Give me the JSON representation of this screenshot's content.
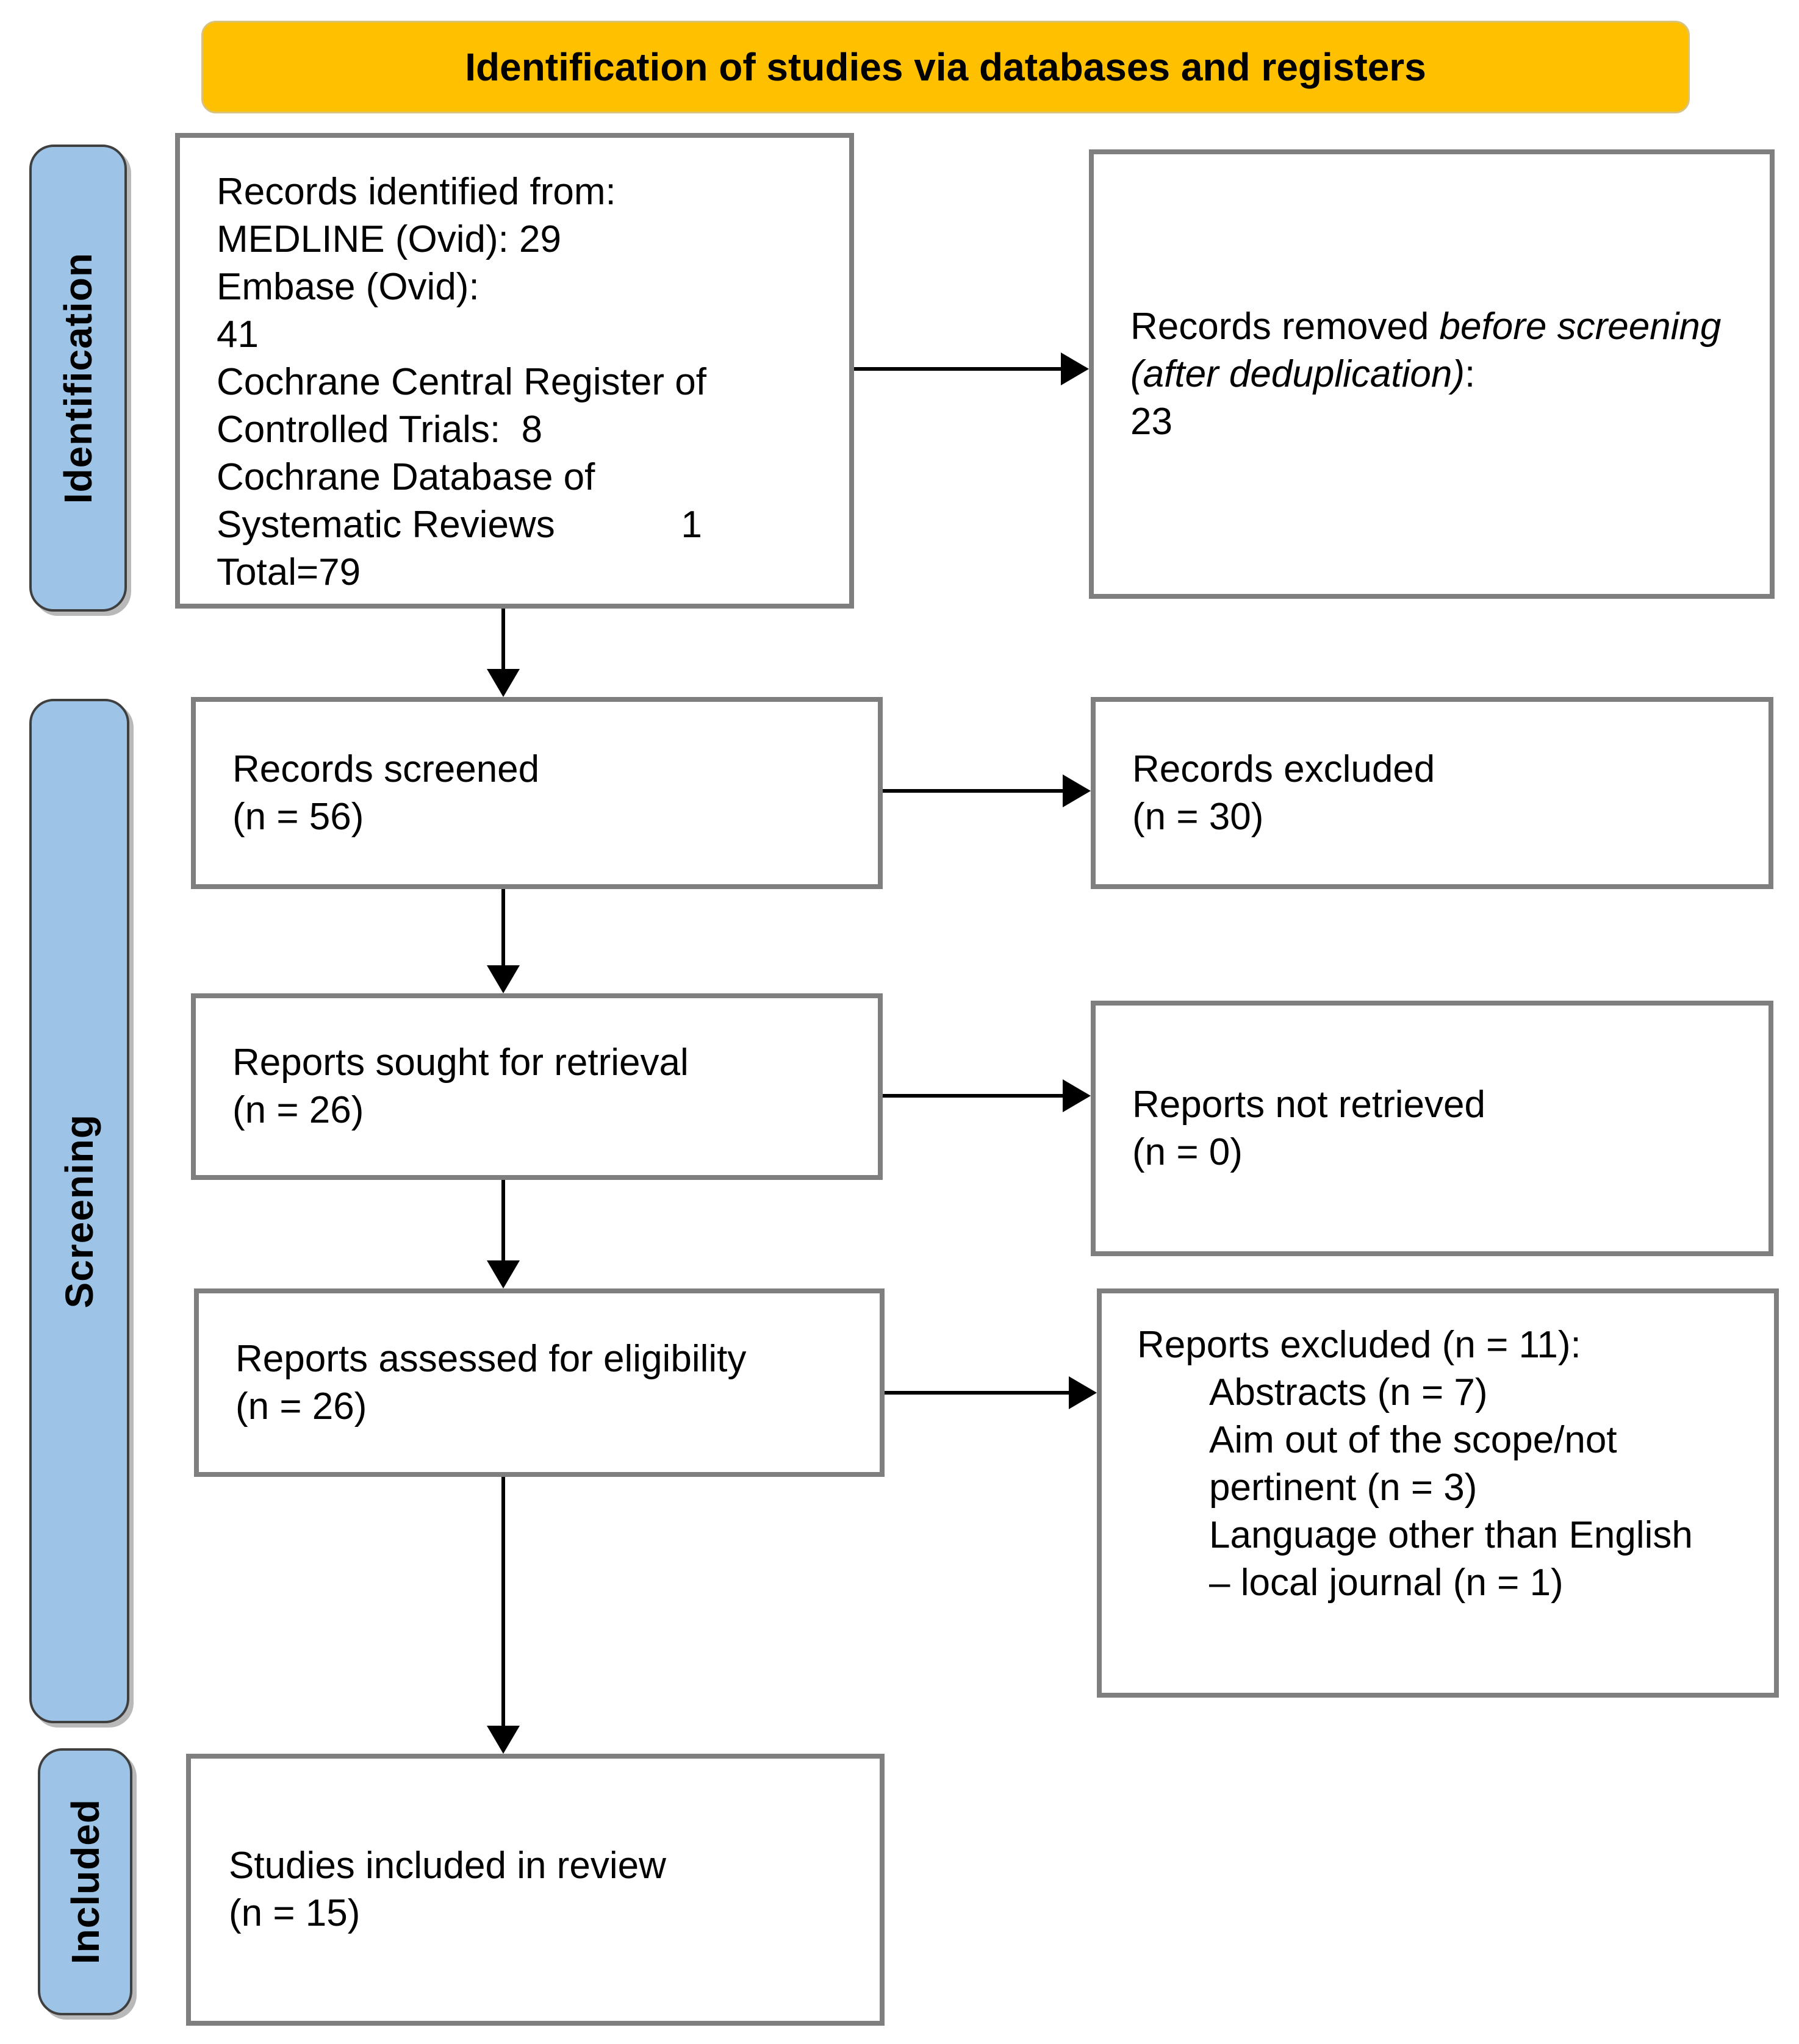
{
  "banner": {
    "title": "Identification of studies via databases and registers"
  },
  "sidebar": {
    "items": [
      {
        "label": "Identification"
      },
      {
        "label": "Screening"
      },
      {
        "label": "Included"
      }
    ]
  },
  "flow": {
    "records_identified": {
      "lines": [
        "Records identified from:",
        "MEDLINE (Ovid): 29",
        "Embase (Ovid):",
        "41",
        "Cochrane Central Register of",
        "Controlled Trials:  8",
        "Cochrane Database of",
        "Systematic Reviews            1",
        "Total=79"
      ]
    },
    "records_removed": {
      "lines": [
        {
          "segments": [
            {
              "text": "Records removed "
            },
            {
              "text": "before screening (after deduplication)",
              "italic": true
            },
            {
              "text": ":"
            }
          ]
        },
        "23"
      ]
    },
    "records_screened": {
      "lines": [
        "Records screened",
        "(n = 56)"
      ]
    },
    "records_excluded": {
      "lines": [
        "Records excluded",
        "(n = 30)"
      ]
    },
    "reports_sought": {
      "lines": [
        "Reports sought for retrieval",
        "(n = 26)"
      ]
    },
    "reports_not_retrieved": {
      "lines": [
        "Reports not retrieved",
        "(n = 0)"
      ]
    },
    "reports_assessed": {
      "lines": [
        "Reports assessed for eligibility",
        "(n = 26)"
      ]
    },
    "reports_excluded": {
      "lines": [
        {
          "text": "Reports excluded (n = 11):"
        },
        {
          "text": "Abstracts (n = 7)",
          "indent": true
        },
        {
          "text": "Aim out of the scope/not",
          "indent": true
        },
        {
          "text": "pertinent (n = 3)",
          "indent": true
        },
        {
          "text": "Language other than English",
          "indent": true
        },
        {
          "text": "– local journal (n = 1)",
          "indent": true
        }
      ]
    },
    "studies_included": {
      "lines": [
        "Studies included in review",
        "(n = 15)"
      ]
    }
  },
  "colors": {
    "banner_bg": "#FFC000",
    "tab_bg": "#9DC3E6",
    "box_border": "#7F7F7F",
    "arrow": "#000000"
  }
}
